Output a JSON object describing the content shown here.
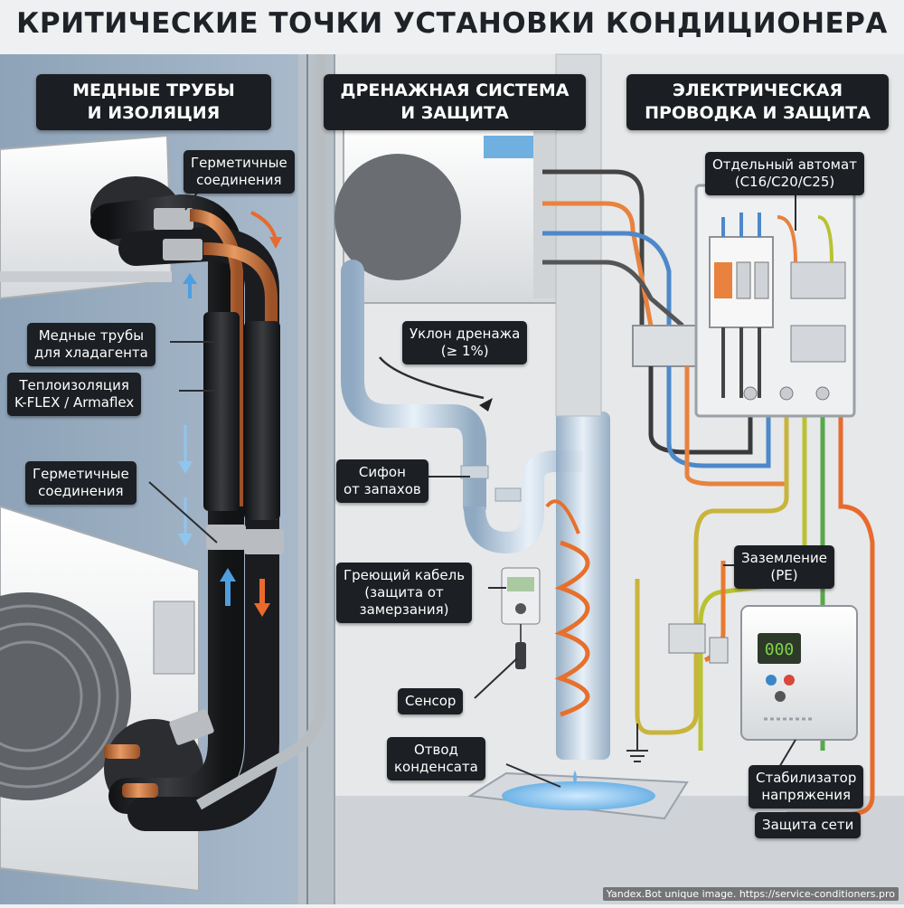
{
  "title": "КРИТИЧЕСКИЕ ТОЧКИ УСТАНОВКИ КОНДИЦИОНЕРА",
  "sections": {
    "copper": "МЕДНЫЕ ТРУБЫ\nИ ИЗОЛЯЦИЯ",
    "drainage": "ДРЕНАЖНАЯ СИСТЕМА\nИ ЗАЩИТА",
    "electric": "ЭЛЕКТРИЧЕСКАЯ\nПРОВОДКА И ЗАЩИТА"
  },
  "labels": {
    "sealed_top": "Герметичные\nсоединения",
    "copper_pipes": "Медные трубы\nдля хладагента",
    "insulation": "Теплоизоляция\nK-FLEX / Armaflex",
    "sealed_bottom": "Герметичные\nсоединения",
    "drain_slope": "Уклон дренажа\n(≥ 1%)",
    "siphon": "Сифон\nот запахов",
    "heating_cable": "Греющий кабель\n(защита от\nзамерзания)",
    "sensor": "Сенсор",
    "condensate": "Отвод\nконденсата",
    "breaker": "Отдельный автомат\n(C16/C20/C25)",
    "grounding": "Заземление\n(PE)",
    "stabilizer": "Стабилизатор\nнапряжения",
    "network_protection": "Защита сети"
  },
  "stabilizer_display": "000",
  "footer": "Yandex.Bot unique image. https://service-conditioners.pro",
  "colors": {
    "copper": "#c8703e",
    "insulation": "#1e1f22",
    "wall_left": "#9fb2c6",
    "wall_right": "#e4e6e8",
    "label_bg": "#1c1f23",
    "wire_blue": "#3f7fc9",
    "wire_brown": "#8a5a3a",
    "wire_yellow_green": "#b8c232",
    "wire_orange": "#e86a2c",
    "display": "#7fd44a"
  }
}
